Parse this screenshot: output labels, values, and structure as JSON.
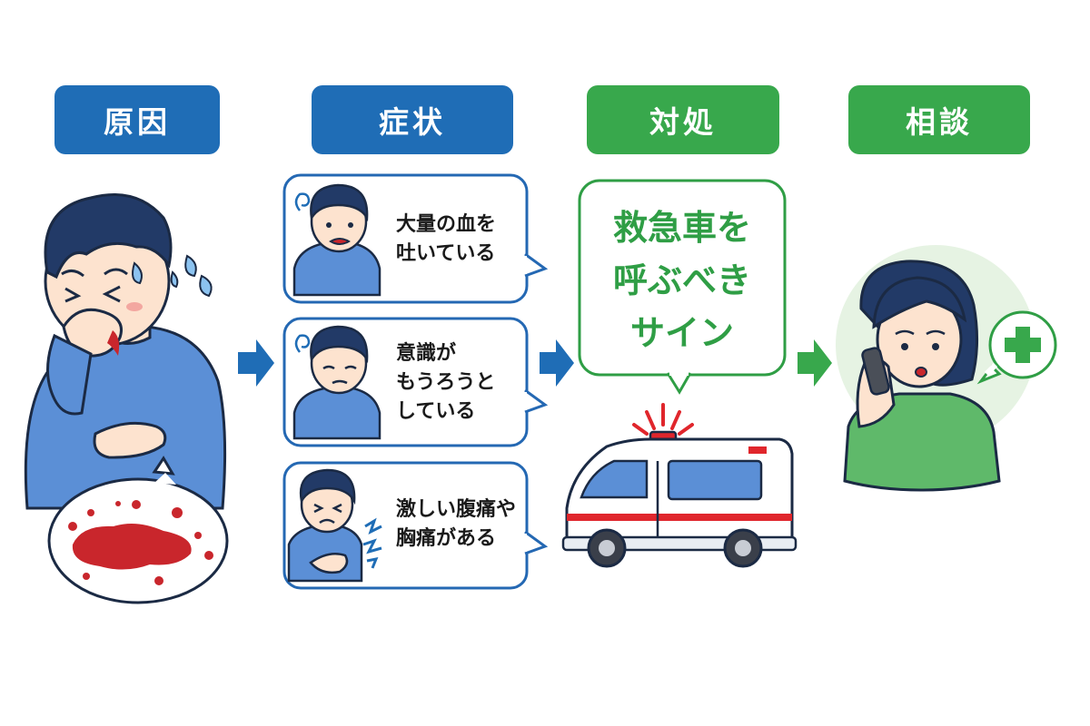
{
  "headers": {
    "cause": "原因",
    "symptoms": "症状",
    "response": "対処",
    "consult": "相談"
  },
  "symptoms": [
    {
      "line1": "大量の血を",
      "line2": "吐いている",
      "line3": ""
    },
    {
      "line1": "意識が",
      "line2": "もうろうと",
      "line3": "している"
    },
    {
      "line1": "激しい腹痛や",
      "line2": "胸痛がある",
      "line3": ""
    }
  ],
  "emergency": {
    "line1": "救急車を",
    "line2": "呼ぶべき",
    "line3": "サイン"
  },
  "colors": {
    "blue": "#1f6db6",
    "green": "#38a84c",
    "blood": "#c9262c",
    "shirt_blue": "#5b8fd6",
    "shirt_green": "#5fb96a"
  },
  "icons": [
    "sweat-drops-icon",
    "dizzy-icon",
    "pain-zigzag-icon",
    "arrow-right-icon",
    "medical-cross-icon",
    "ambulance-icon",
    "phone-icon"
  ]
}
